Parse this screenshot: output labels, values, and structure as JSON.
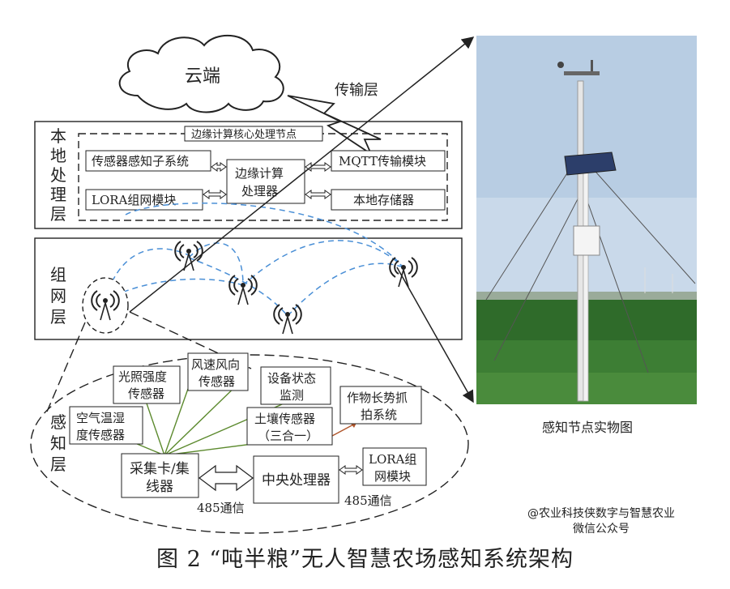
{
  "cloud_label": "云端",
  "transport_label": "传输层",
  "local_layer_label": [
    "本",
    "地",
    "处",
    "理",
    "层"
  ],
  "edge_node_title": "边缘计算核心处理节点",
  "local_boxes": {
    "sensor_subsystem": "传感器感知子系统",
    "edge_processor": [
      "边缘计算",
      "处理器"
    ],
    "mqtt": "MQTT传输模块",
    "lora_top": "LORA组网模块",
    "local_storage": "本地存储器"
  },
  "network_layer_label": [
    "组",
    "网",
    "层"
  ],
  "sense_layer_label": [
    "感",
    "知",
    "层"
  ],
  "sense_boxes": {
    "light": [
      "光照强度",
      "传感器"
    ],
    "wind": [
      "风速风向",
      "传感器"
    ],
    "device_status": [
      "设备状态",
      "监测"
    ],
    "crop_capture": [
      "作物长势抓",
      "拍系统"
    ],
    "air_temp": [
      "空气温湿",
      "度传感器"
    ],
    "soil": [
      "土壤传感器",
      "（三合一）"
    ],
    "collector": [
      "采集卡/集",
      "线器"
    ],
    "cpu": "中央处理器",
    "lora_bottom": [
      "LORA组",
      "网模块"
    ]
  },
  "comm_485_a": "485通信",
  "comm_485_b": "485通信",
  "photo_caption": "感知节点实物图",
  "watermark": [
    "@农业科技侠数字与智慧农业",
    "微信公众号"
  ],
  "figure_caption": "图 2 “吨半粮”无人智慧农场感知系统架构"
}
